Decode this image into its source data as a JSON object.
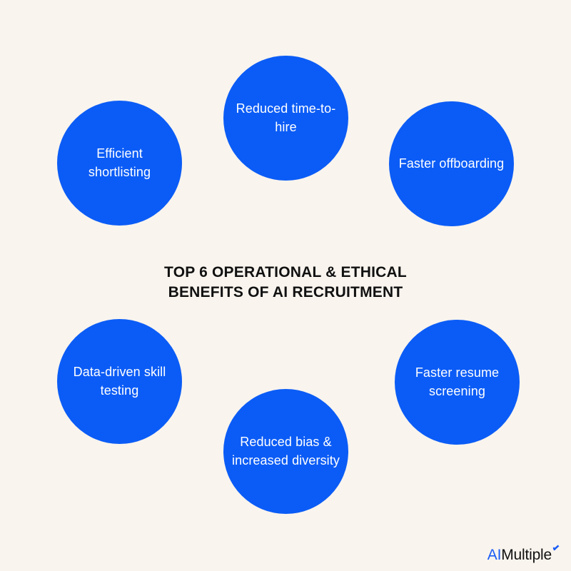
{
  "canvas": {
    "background_color": "#f9f4ee",
    "bubble_color": "#0b5cf6",
    "bubble_text_color": "#ffffff",
    "title_color": "#111111"
  },
  "title": {
    "text": "TOP 6 OPERATIONAL & ETHICAL\nBENEFITS OF AI RECRUITMENT"
  },
  "bubbles": [
    {
      "id": "efficient-shortlisting",
      "label": "Efficient\nshortlisting"
    },
    {
      "id": "reduced-time-to-hire",
      "label": "Reduced time-to-\nhire"
    },
    {
      "id": "faster-offboarding",
      "label": "Faster offboarding"
    },
    {
      "id": "data-driven-skill-testing",
      "label": "Data-driven skill\ntesting"
    },
    {
      "id": "reduced-bias-increased-diversity",
      "label": "Reduced bias &\nincreased diversity"
    },
    {
      "id": "faster-resume-screening",
      "label": "Faster resume\nscreening"
    }
  ],
  "logo": {
    "ai_text": "AI",
    "multiple_text": "Multiple",
    "ai_color": "#1a5cf5",
    "multiple_color": "#111111",
    "tick_color": "#1a5cf5"
  }
}
